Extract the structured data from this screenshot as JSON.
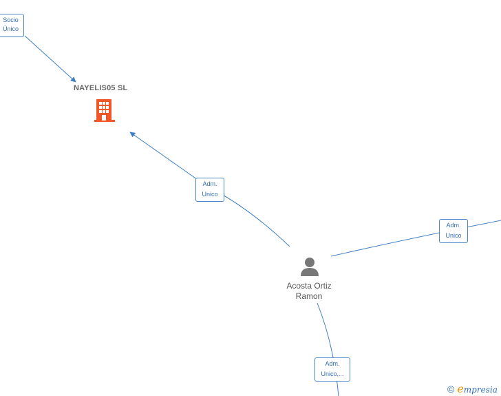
{
  "company": {
    "name": "NAYELIS05  SL",
    "icon": "building-icon",
    "color": "#f0582a"
  },
  "person": {
    "name_line1": "Acosta Ortiz",
    "name_line2": "Ramon",
    "icon": "person-icon",
    "color": "#777777"
  },
  "edges": {
    "socio_unico": {
      "line1": "Socio",
      "line2": "Único"
    },
    "adm_unico_company": {
      "line1": "Adm.",
      "line2": "Unico"
    },
    "adm_unico_right": {
      "line1": "Adm.",
      "line2": "Unico"
    },
    "adm_unico_bottom": {
      "line1": "Adm.",
      "line2": "Unico,..."
    }
  },
  "colors": {
    "edge": "#3f7fc4",
    "label_border": "#4a86c8"
  },
  "watermark": {
    "copyright": "©",
    "brand_initial": "e",
    "brand_rest": "mpresia"
  }
}
